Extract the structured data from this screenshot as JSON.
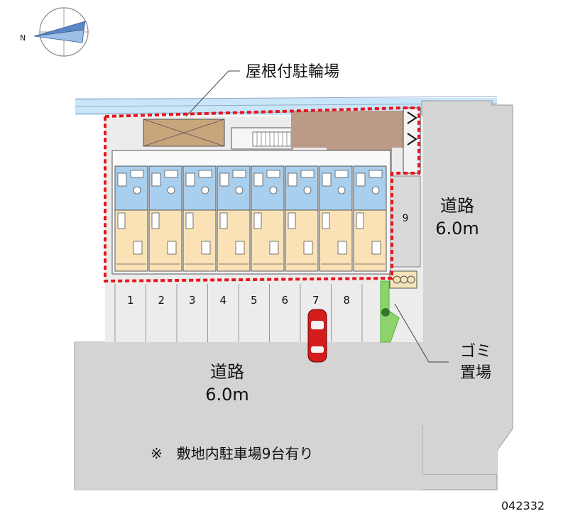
{
  "labels": {
    "bicycle_parking": "屋根付駐輪場",
    "road_east_name": "道路",
    "road_east_width": "6.0m",
    "road_south_name": "道路",
    "road_south_width": "6.0m",
    "garbage_line1": "ゴミ",
    "garbage_line2": "置場",
    "footnote": "※　敷地内駐車場9台有り",
    "code": "042332",
    "compass_north": "N"
  },
  "parking_spaces": [
    "1",
    "2",
    "3",
    "4",
    "5",
    "6",
    "7",
    "8"
  ],
  "parking_space_east": "9",
  "units_count": 8,
  "colors": {
    "boundary": "#e8141b",
    "road": "#d4d4d4",
    "bath": "#a9cfee",
    "room": "#fbe2b6",
    "car": "#d41c1c",
    "green": "#4fb43c",
    "bike_roof": "#c9a57c",
    "water": "#c8e6f8"
  }
}
